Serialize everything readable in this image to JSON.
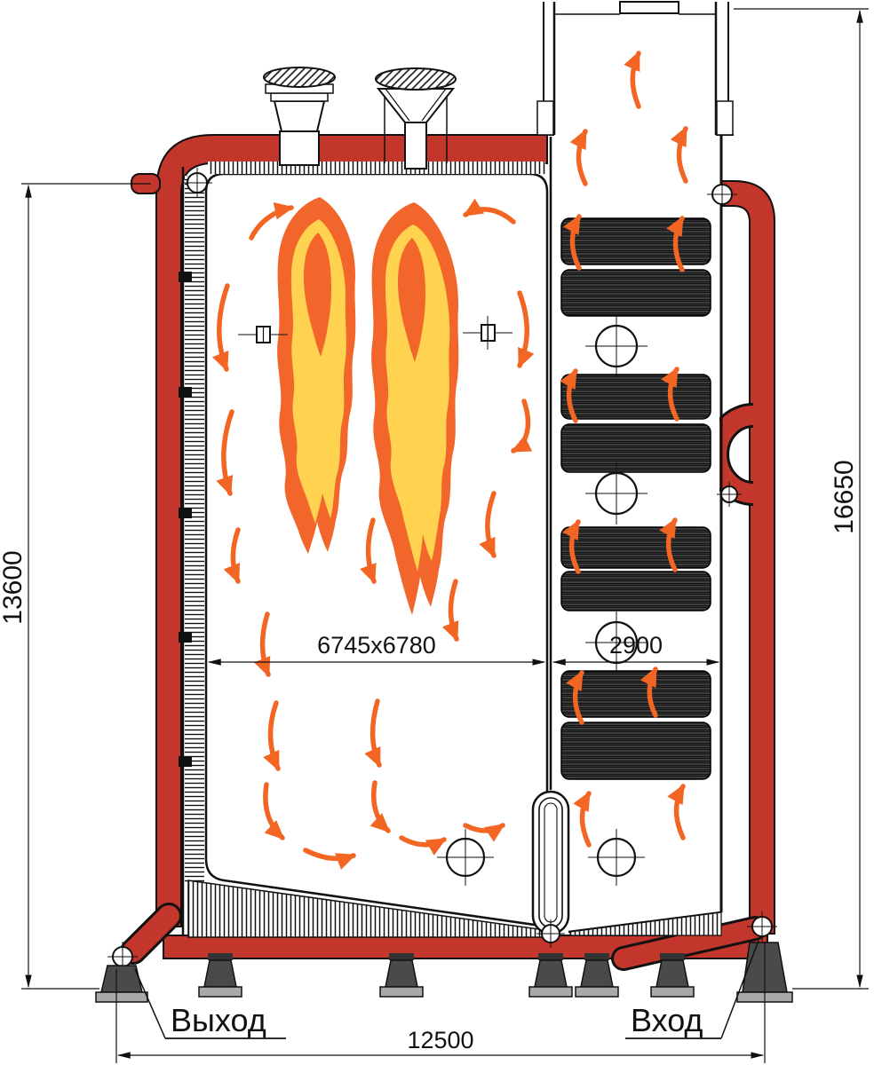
{
  "diagram": {
    "type": "technical-drawing",
    "subject": "hot-water-boiler-side-section",
    "dimensions": {
      "left_height": "13600",
      "right_height": "16650",
      "furnace_width": "6745x6780",
      "convective_width": "2900",
      "total_width": "12500"
    },
    "callouts": {
      "outlet": "Выход",
      "inlet": "Вход"
    },
    "colors": {
      "pipe_red": "#c2362b",
      "flame_outer": "#f2662b",
      "flame_inner": "#ffd34f",
      "flame_core": "#f2662b",
      "arrow": "#f26522",
      "line": "#111111"
    }
  }
}
